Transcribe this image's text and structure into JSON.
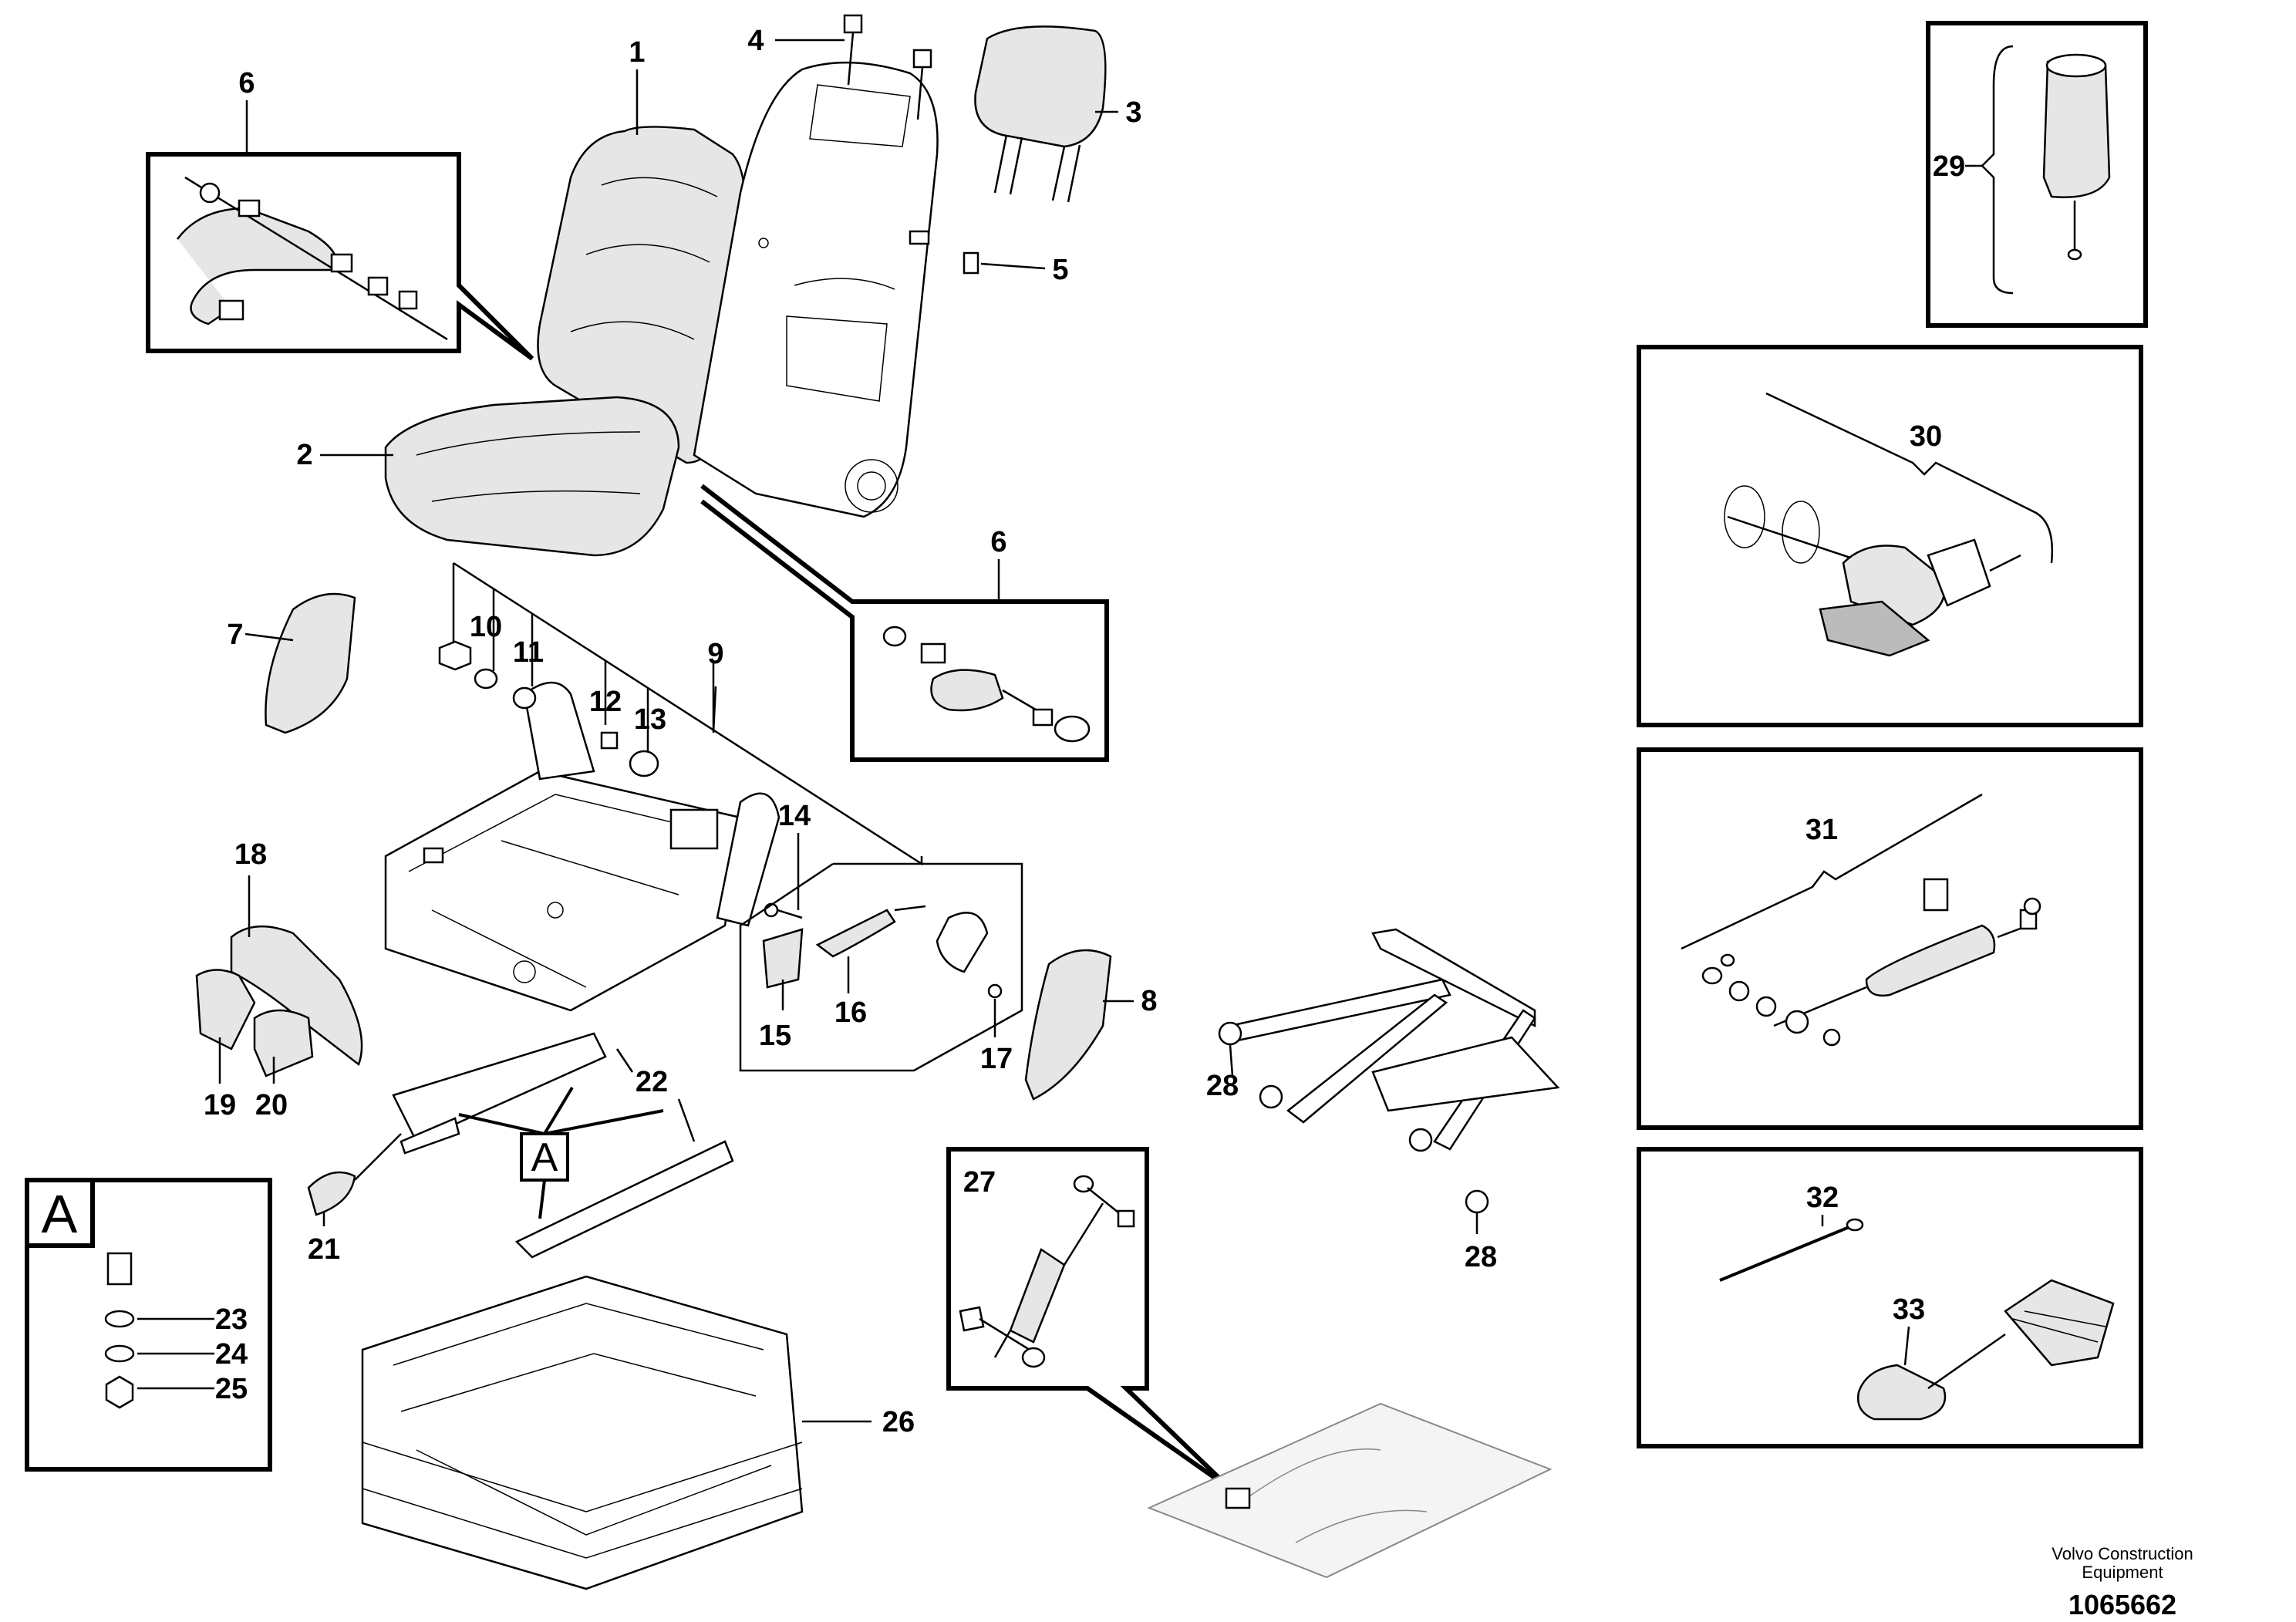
{
  "labels": {
    "p1": "1",
    "p2": "2",
    "p3": "3",
    "p4": "4",
    "p5": "5",
    "p6a": "6",
    "p6b": "6",
    "p7": "7",
    "p8": "8",
    "p9": "9",
    "p10": "10",
    "p11": "11",
    "p12": "12",
    "p13": "13",
    "p14": "14",
    "p15": "15",
    "p16": "16",
    "p17": "17",
    "p18": "18",
    "p19": "19",
    "p20": "20",
    "p21": "21",
    "p22": "22",
    "p23": "23",
    "p24": "24",
    "p25": "25",
    "p26": "26",
    "p27": "27",
    "p28a": "28",
    "p28b": "28",
    "p29": "29",
    "p30": "30",
    "p31": "31",
    "p32": "32",
    "p33": "33"
  },
  "detail_letter": "A",
  "callout_letter": "A",
  "brand_line1": "Volvo Construction",
  "brand_line2": "Equipment",
  "document_number": "1065662"
}
